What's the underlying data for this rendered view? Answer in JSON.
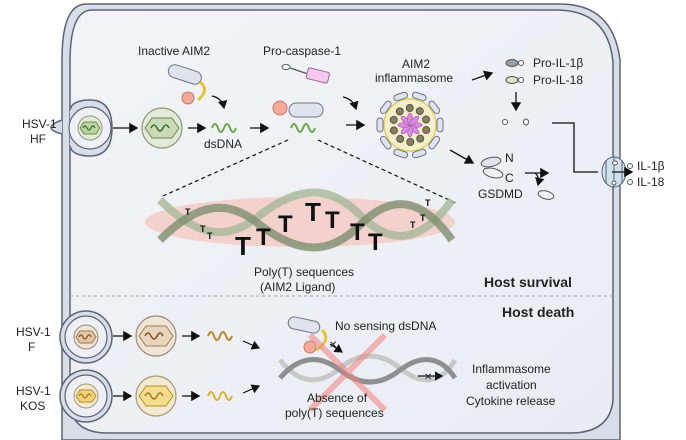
{
  "labels": {
    "inactive_aim2": "Inactive AIM2",
    "pro_caspase": "Pro-caspase-1",
    "aim2_inflammasome_1": "AIM2",
    "aim2_inflammasome_2": "inflammasome",
    "dsdna": "dsDNA",
    "pro_il1b": "Pro-IL-1β",
    "pro_il18": "Pro-IL-18",
    "il1b": "IL-1β",
    "il18": "IL-18",
    "gsdmd": "GSDMD",
    "gsdmd_n": "N",
    "gsdmd_c": "C",
    "polyt_1": "Poly(T) sequences",
    "polyt_2": "(AIM2 Ligand)",
    "host_survival": "Host survival",
    "host_death": "Host death",
    "no_sensing": "No sensing dsDNA",
    "absence_1": "Absence of",
    "absence_2": "poly(T) sequences",
    "outcome_1": "Inflammasome",
    "outcome_2": "activation",
    "outcome_3": "Cytokine release",
    "t_letter": "T"
  },
  "strains": [
    {
      "line1": "HSV-1",
      "line2": "HF",
      "dna_color": "#6aa84f"
    },
    {
      "line1": "HSV-1",
      "line2": "F",
      "dna_color": "#b8862e"
    },
    {
      "line1": "HSV-1",
      "line2": "KOS",
      "dna_color": "#d9b23a"
    }
  ],
  "colors": {
    "membrane": "#5a6478",
    "membrane_fill": "#d8dde8",
    "cytoplasm": "#eef0f5",
    "ligand_halo": "#f4c7c0",
    "cross": "#f08080",
    "aim2_pyd": "#f4a99a",
    "aim2_hin": "#dfe3ee",
    "aim2_linker": "#e8c23a",
    "caspase": "#f6c7ef",
    "asc_star": "#d98be0"
  }
}
